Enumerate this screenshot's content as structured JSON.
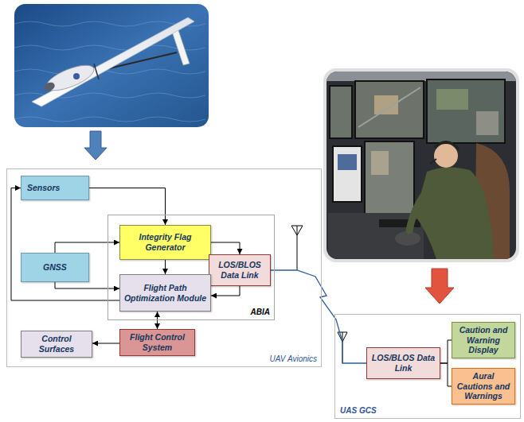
{
  "diagram": {
    "nodes": [
      {
        "text": [
          "UAV Avionics"
        ]
      },
      {
        "text": [
          "Sensors"
        ],
        "in": 0
      },
      {
        "text": [
          "ABIA"
        ],
        "in": 0
      },
      {
        "text": [
          "Integrity Flag Generator"
        ],
        "in": 2
      },
      {
        "text": [
          "GNSS"
        ],
        "in": 0
      },
      {
        "text": [
          "LOS/BLOS Data Link"
        ],
        "in": 2
      },
      {
        "text": [
          "Flight Path Optimization Module"
        ],
        "in": 2
      },
      {
        "text": [
          "Control Surfaces"
        ],
        "in": 0
      },
      {
        "text": [
          "Flight Control System"
        ],
        "in": 0
      },
      {
        "text": [
          "UAS GCS"
        ]
      },
      {
        "text": [
          "LOS/BLOS Data Link"
        ],
        "in": 9
      },
      {
        "text": [
          "Caution and Warning Display"
        ],
        "in": 9
      },
      {
        "text": [
          "Aural Cautions and Warnings"
        ],
        "in": 9
      }
    ],
    "edges": [
      {
        "from": 1,
        "to": 3,
        "arrow": "to"
      },
      {
        "from": 4,
        "to": 3,
        "arrow": "to"
      },
      {
        "from": 3,
        "to": 5,
        "arrow": "to"
      },
      {
        "from": 3,
        "to": 6,
        "arrow": "to"
      },
      {
        "from": 5,
        "to": 6,
        "arrow": "to"
      },
      {
        "from": 4,
        "to": 6,
        "arrow": "to"
      },
      {
        "from": 6,
        "to": 1,
        "arrow": "to"
      },
      {
        "from": 6,
        "to": 8,
        "arrow": "both"
      },
      {
        "from": 8,
        "to": 7,
        "arrow": "to"
      },
      {
        "from": 5,
        "to": 10,
        "arrow": "none"
      },
      {
        "from": 10,
        "to": 11,
        "arrow": "none"
      },
      {
        "from": 10,
        "to": 12,
        "arrow": "none"
      }
    ]
  }
}
